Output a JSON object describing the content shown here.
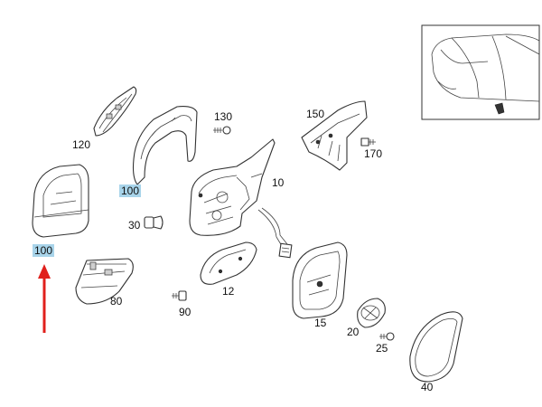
{
  "labels": {
    "p10": "10",
    "p12": "12",
    "p15": "15",
    "p20": "20",
    "p25": "25",
    "p30": "30",
    "p40": "40",
    "p80": "80",
    "p90": "90",
    "p100a": "100",
    "p100b": "100",
    "p120": "120",
    "p130": "130",
    "p150": "150",
    "p170": "170"
  },
  "colors": {
    "highlight": "#a8d4ea",
    "arrow": "#e0201c",
    "line": "#333333"
  }
}
